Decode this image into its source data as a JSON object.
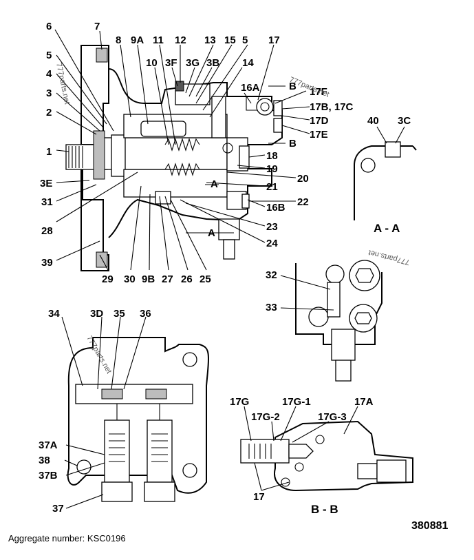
{
  "main_view": {
    "callouts": [
      "1",
      "2",
      "3",
      "4",
      "5",
      "5",
      "6",
      "7",
      "8",
      "9A",
      "10",
      "11",
      "12",
      "13",
      "15",
      "14",
      "3F",
      "3G",
      "3B",
      "16A",
      "17",
      "17F",
      "17B, 17C",
      "17D",
      "17E",
      "18",
      "19",
      "20",
      "21",
      "22",
      "16B",
      "23",
      "24",
      "25",
      "26",
      "27",
      "9B",
      "30",
      "29",
      "28",
      "31",
      "3E",
      "39",
      "A",
      "A",
      "B",
      "B"
    ]
  },
  "section_aa": {
    "label": "A - A",
    "callouts": [
      "40",
      "3C"
    ]
  },
  "detail_mid_right": {
    "callouts": [
      "32",
      "33"
    ]
  },
  "lower_left_view": {
    "callouts": [
      "34",
      "3D",
      "35",
      "36",
      "37A",
      "38",
      "37B",
      "37"
    ]
  },
  "section_bb": {
    "label": "B - B",
    "callouts": [
      "17G",
      "17G-1",
      "17G-2",
      "17G-3",
      "17A",
      "17"
    ]
  },
  "watermarks": [
    "777parts.net",
    "777parts.net",
    "777parts.net",
    "777parts.net"
  ],
  "drawing_number": "380881",
  "caption": "Aggregate number: KSC0196"
}
